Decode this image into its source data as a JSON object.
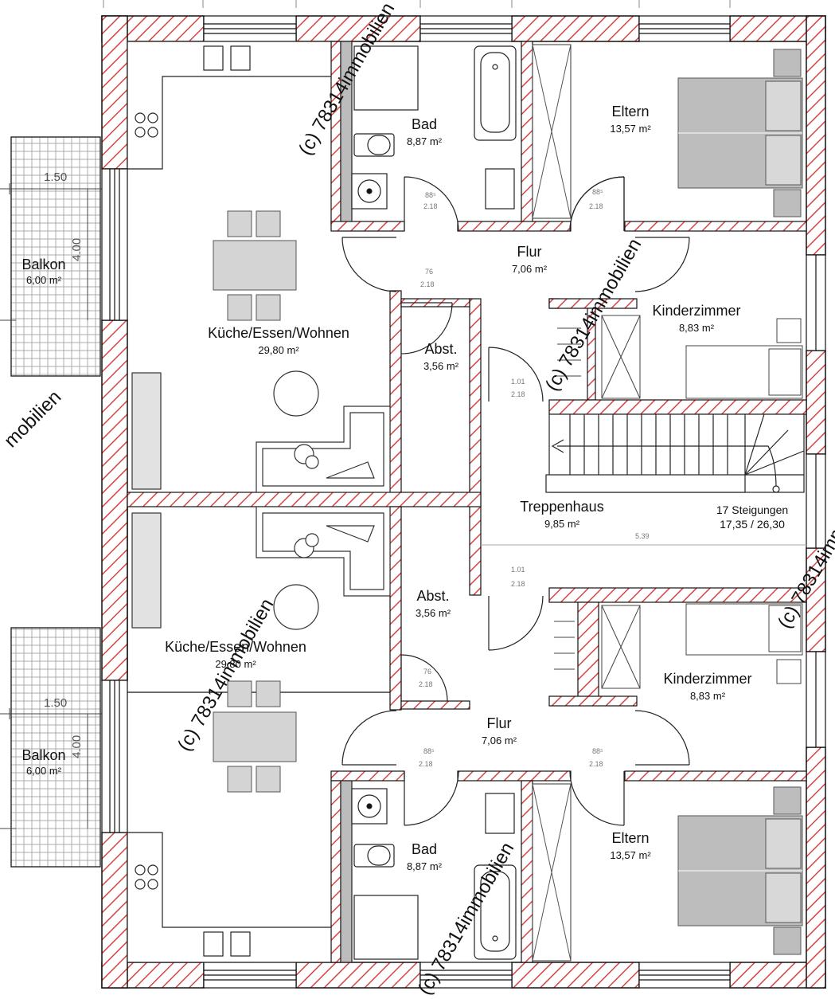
{
  "rooms": {
    "living_top": {
      "name": "Küche/Essen/Wohnen",
      "area": "29,80 m²"
    },
    "living_bottom": {
      "name": "Küche/Essen/Wohnen",
      "area": "29,80 m²"
    },
    "bath_top": {
      "name": "Bad",
      "area": "8,87 m²"
    },
    "bath_bottom": {
      "name": "Bad",
      "area": "8,87 m²"
    },
    "parents_top": {
      "name": "Eltern",
      "area": "13,57 m²"
    },
    "parents_bottom": {
      "name": "Eltern",
      "area": "13,57 m²"
    },
    "hall_top": {
      "name": "Flur",
      "area": "7,06 m²"
    },
    "hall_bottom": {
      "name": "Flur",
      "area": "7,06 m²"
    },
    "kids_top": {
      "name": "Kinderzimmer",
      "area": "8,83 m²"
    },
    "kids_bottom": {
      "name": "Kinderzimmer",
      "area": "8,83 m²"
    },
    "storage_top": {
      "name": "Abst.",
      "area": "3,56 m²"
    },
    "storage_bottom": {
      "name": "Abst.",
      "area": "3,56 m²"
    },
    "stairwell": {
      "name": "Treppenhaus",
      "area": "9,85 m²",
      "steps": "17 Steigungen",
      "step_size": "17,35 / 26,30"
    },
    "balcony_top": {
      "name": "Balkon",
      "area": "6,00 m²",
      "width": "1.50",
      "length": "4.00"
    },
    "balcony_bottom": {
      "name": "Balkon",
      "area": "6,00 m²",
      "width": "1.50",
      "length": "4.00"
    }
  },
  "dimensions": {
    "door_88": "88⁵",
    "door_218": "2.18",
    "door_76": "76",
    "door_101": "1.01",
    "stair_width": "5.39"
  },
  "watermark": "(c) 78314immobilien",
  "watermark_partial": "mobilien",
  "colors": {
    "wall_hatch": "#d64545",
    "wall_fill": "#ffffff",
    "furniture_gray": "#bdbdbd",
    "line": "#111111"
  }
}
